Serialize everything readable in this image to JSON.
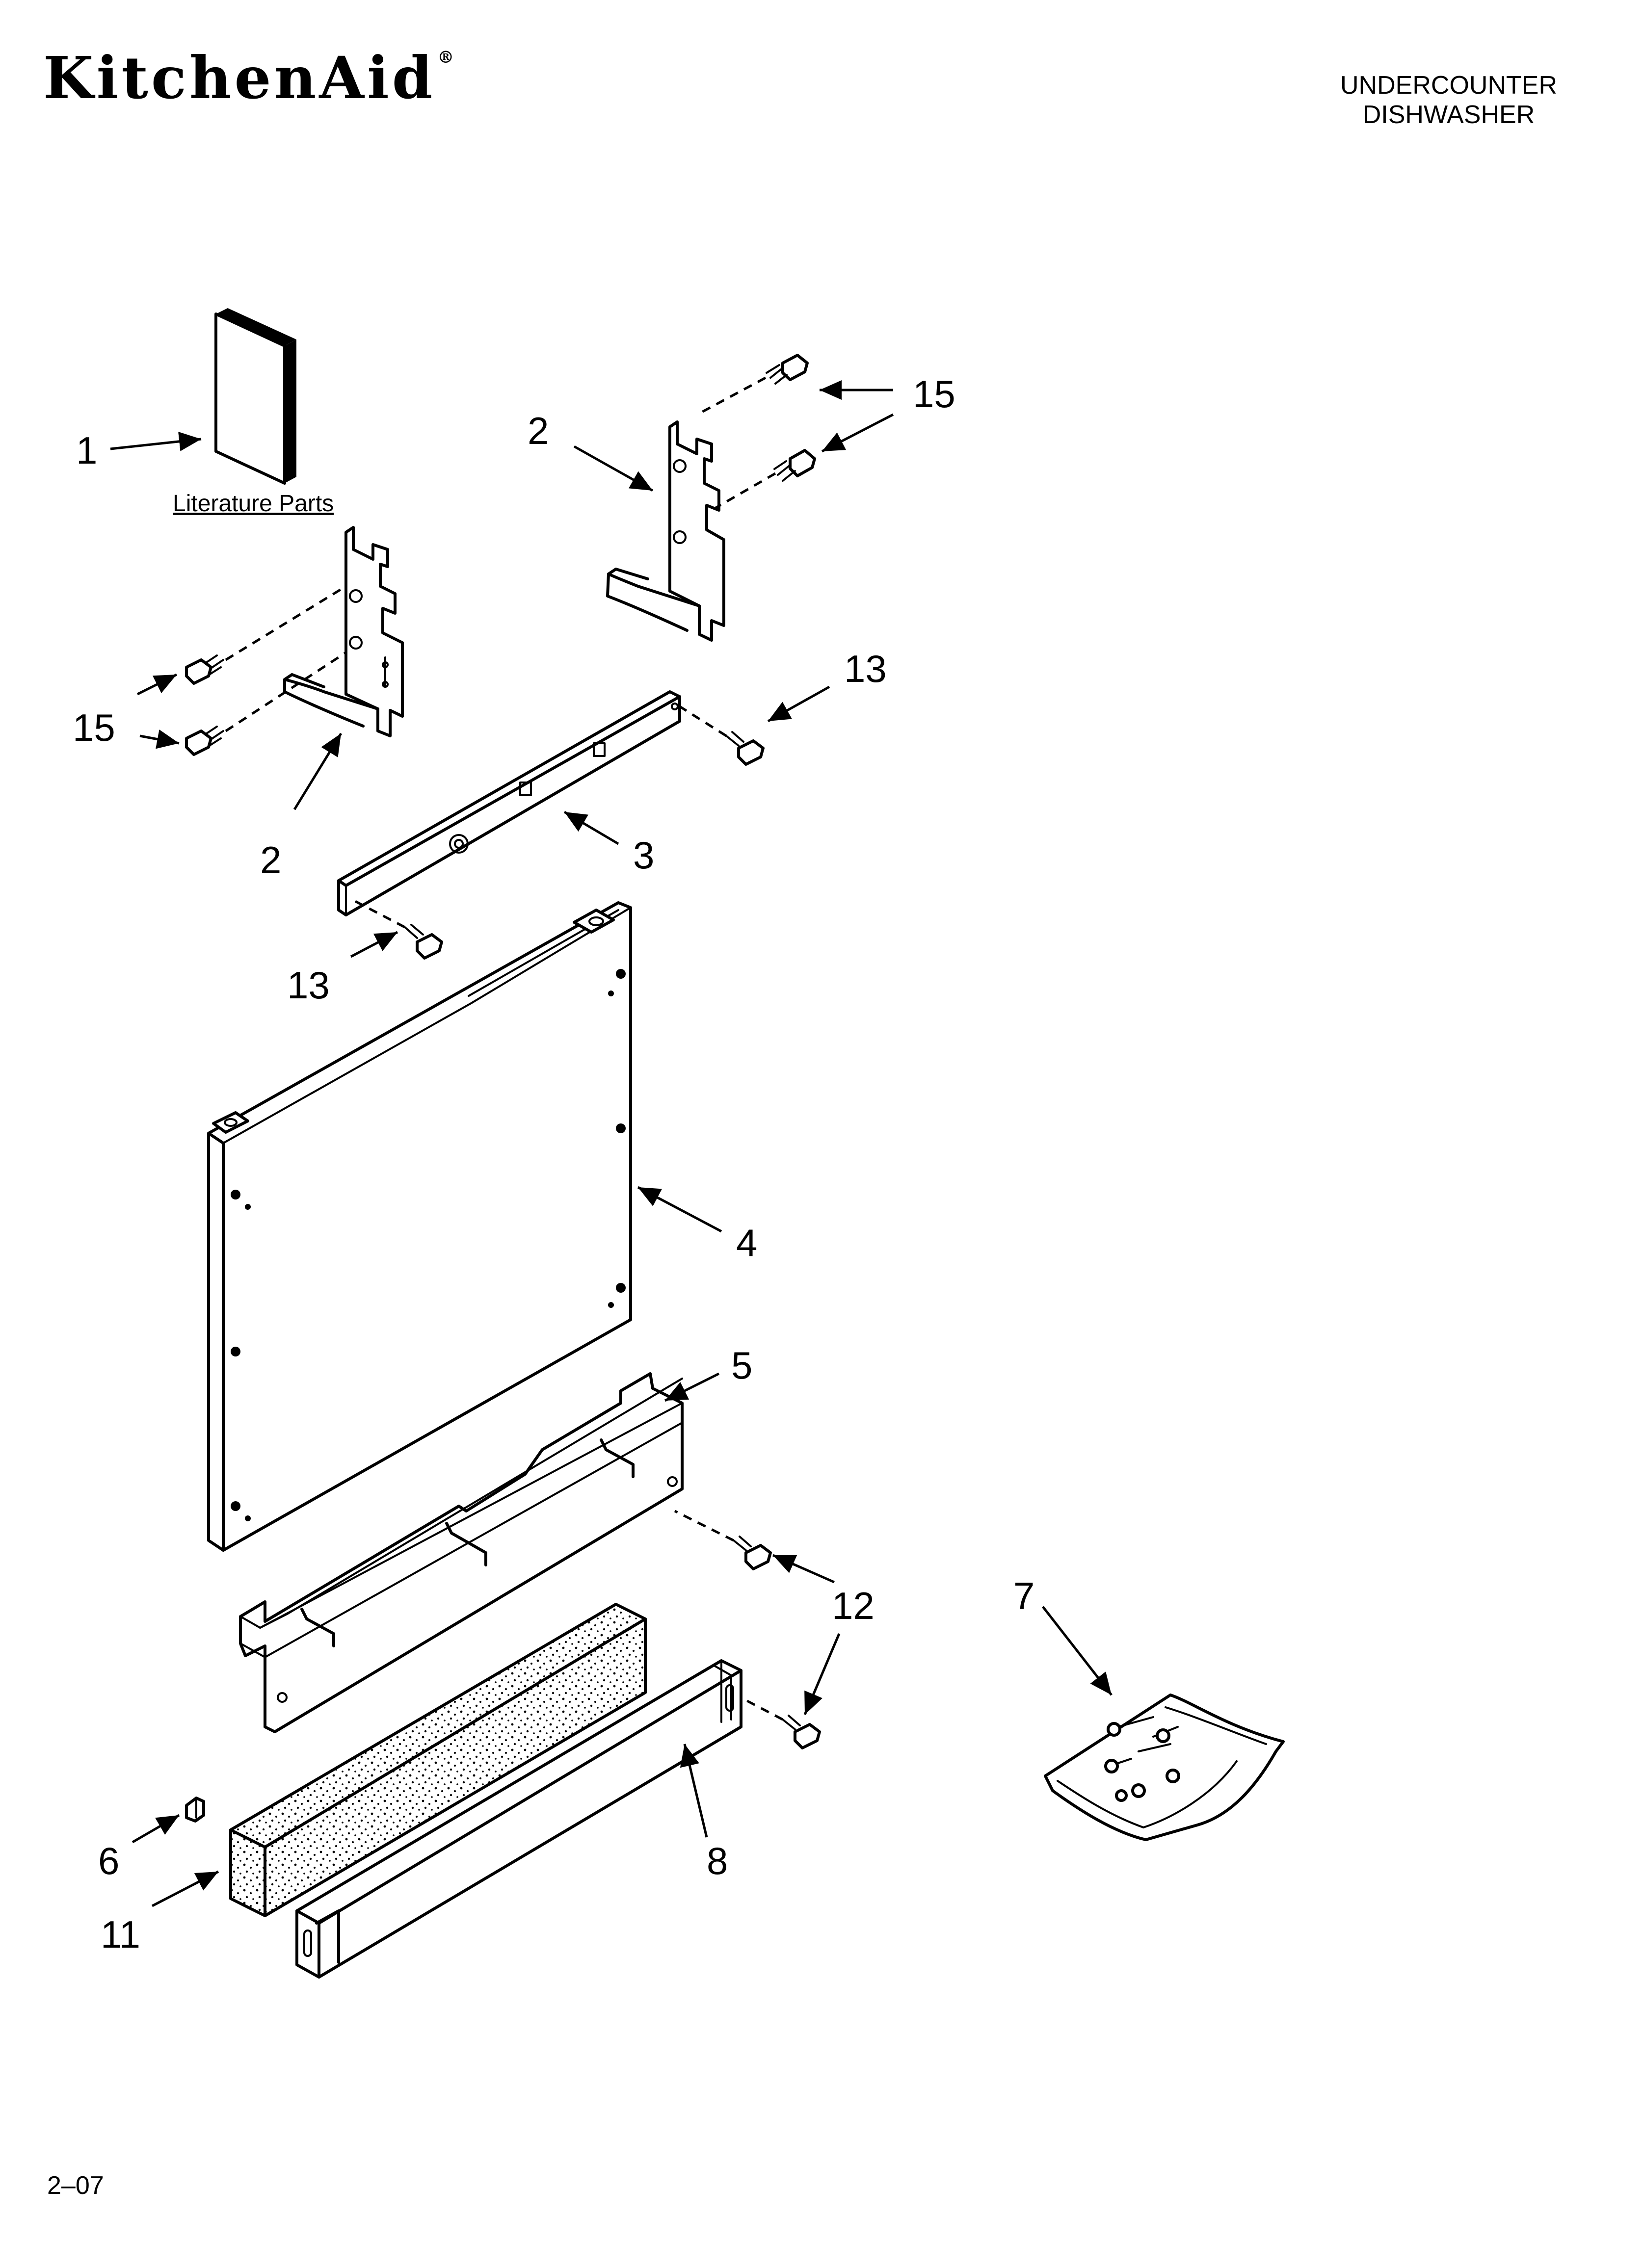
{
  "header": {
    "brand": "KitchenAid",
    "brand_mark": "®",
    "product_line1": "UNDERCOUNTER",
    "product_line2": "DISHWASHER"
  },
  "footer": {
    "code": "2–07"
  },
  "diagram": {
    "literature_caption": "Literature Parts",
    "callouts": {
      "c1": "1",
      "c2a": "2",
      "c2b": "2",
      "c3": "3",
      "c4": "4",
      "c5": "5",
      "c6": "6",
      "c7": "7",
      "c8": "8",
      "c11": "11",
      "c12": "12",
      "c13a": "13",
      "c13b": "13",
      "c15a": "15",
      "c15b": "15"
    }
  }
}
